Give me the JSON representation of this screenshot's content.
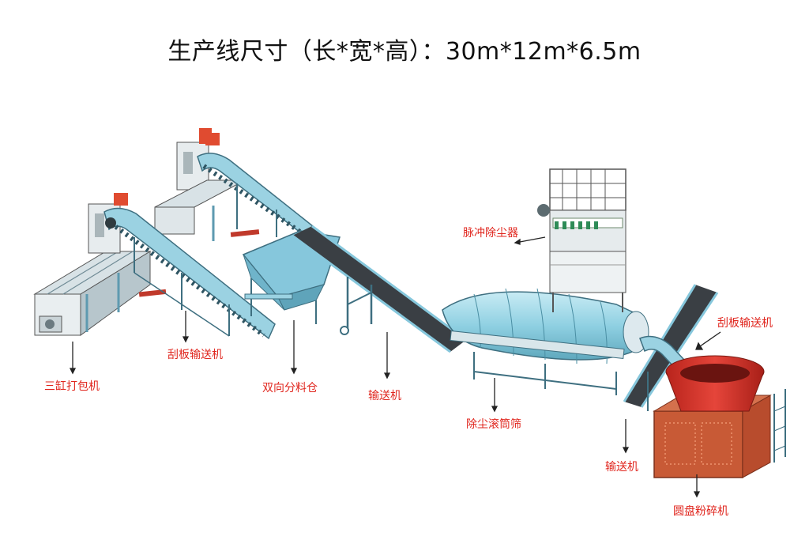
{
  "title": "生产线尺寸（长*宽*高）：30m*12m*6.5m",
  "labels": {
    "baler": "三缸打包机",
    "scraper_left": "刮板输送机",
    "bin": "双向分料仓",
    "conveyor_mid": "输送机",
    "screen": "除尘滚筒筛",
    "dust_collector": "脉冲除尘器",
    "scraper_right": "刮板输送机",
    "conveyor_right": "输送机",
    "crusher": "圆盘粉碎机"
  },
  "colors": {
    "frame_blue": "#86c7dc",
    "frame_dark": "#3e6f80",
    "crusher_red": "#d9362c",
    "crusher_orange": "#c85a36",
    "label_red": "#e0261e",
    "belt_dark": "#3a3f44"
  }
}
